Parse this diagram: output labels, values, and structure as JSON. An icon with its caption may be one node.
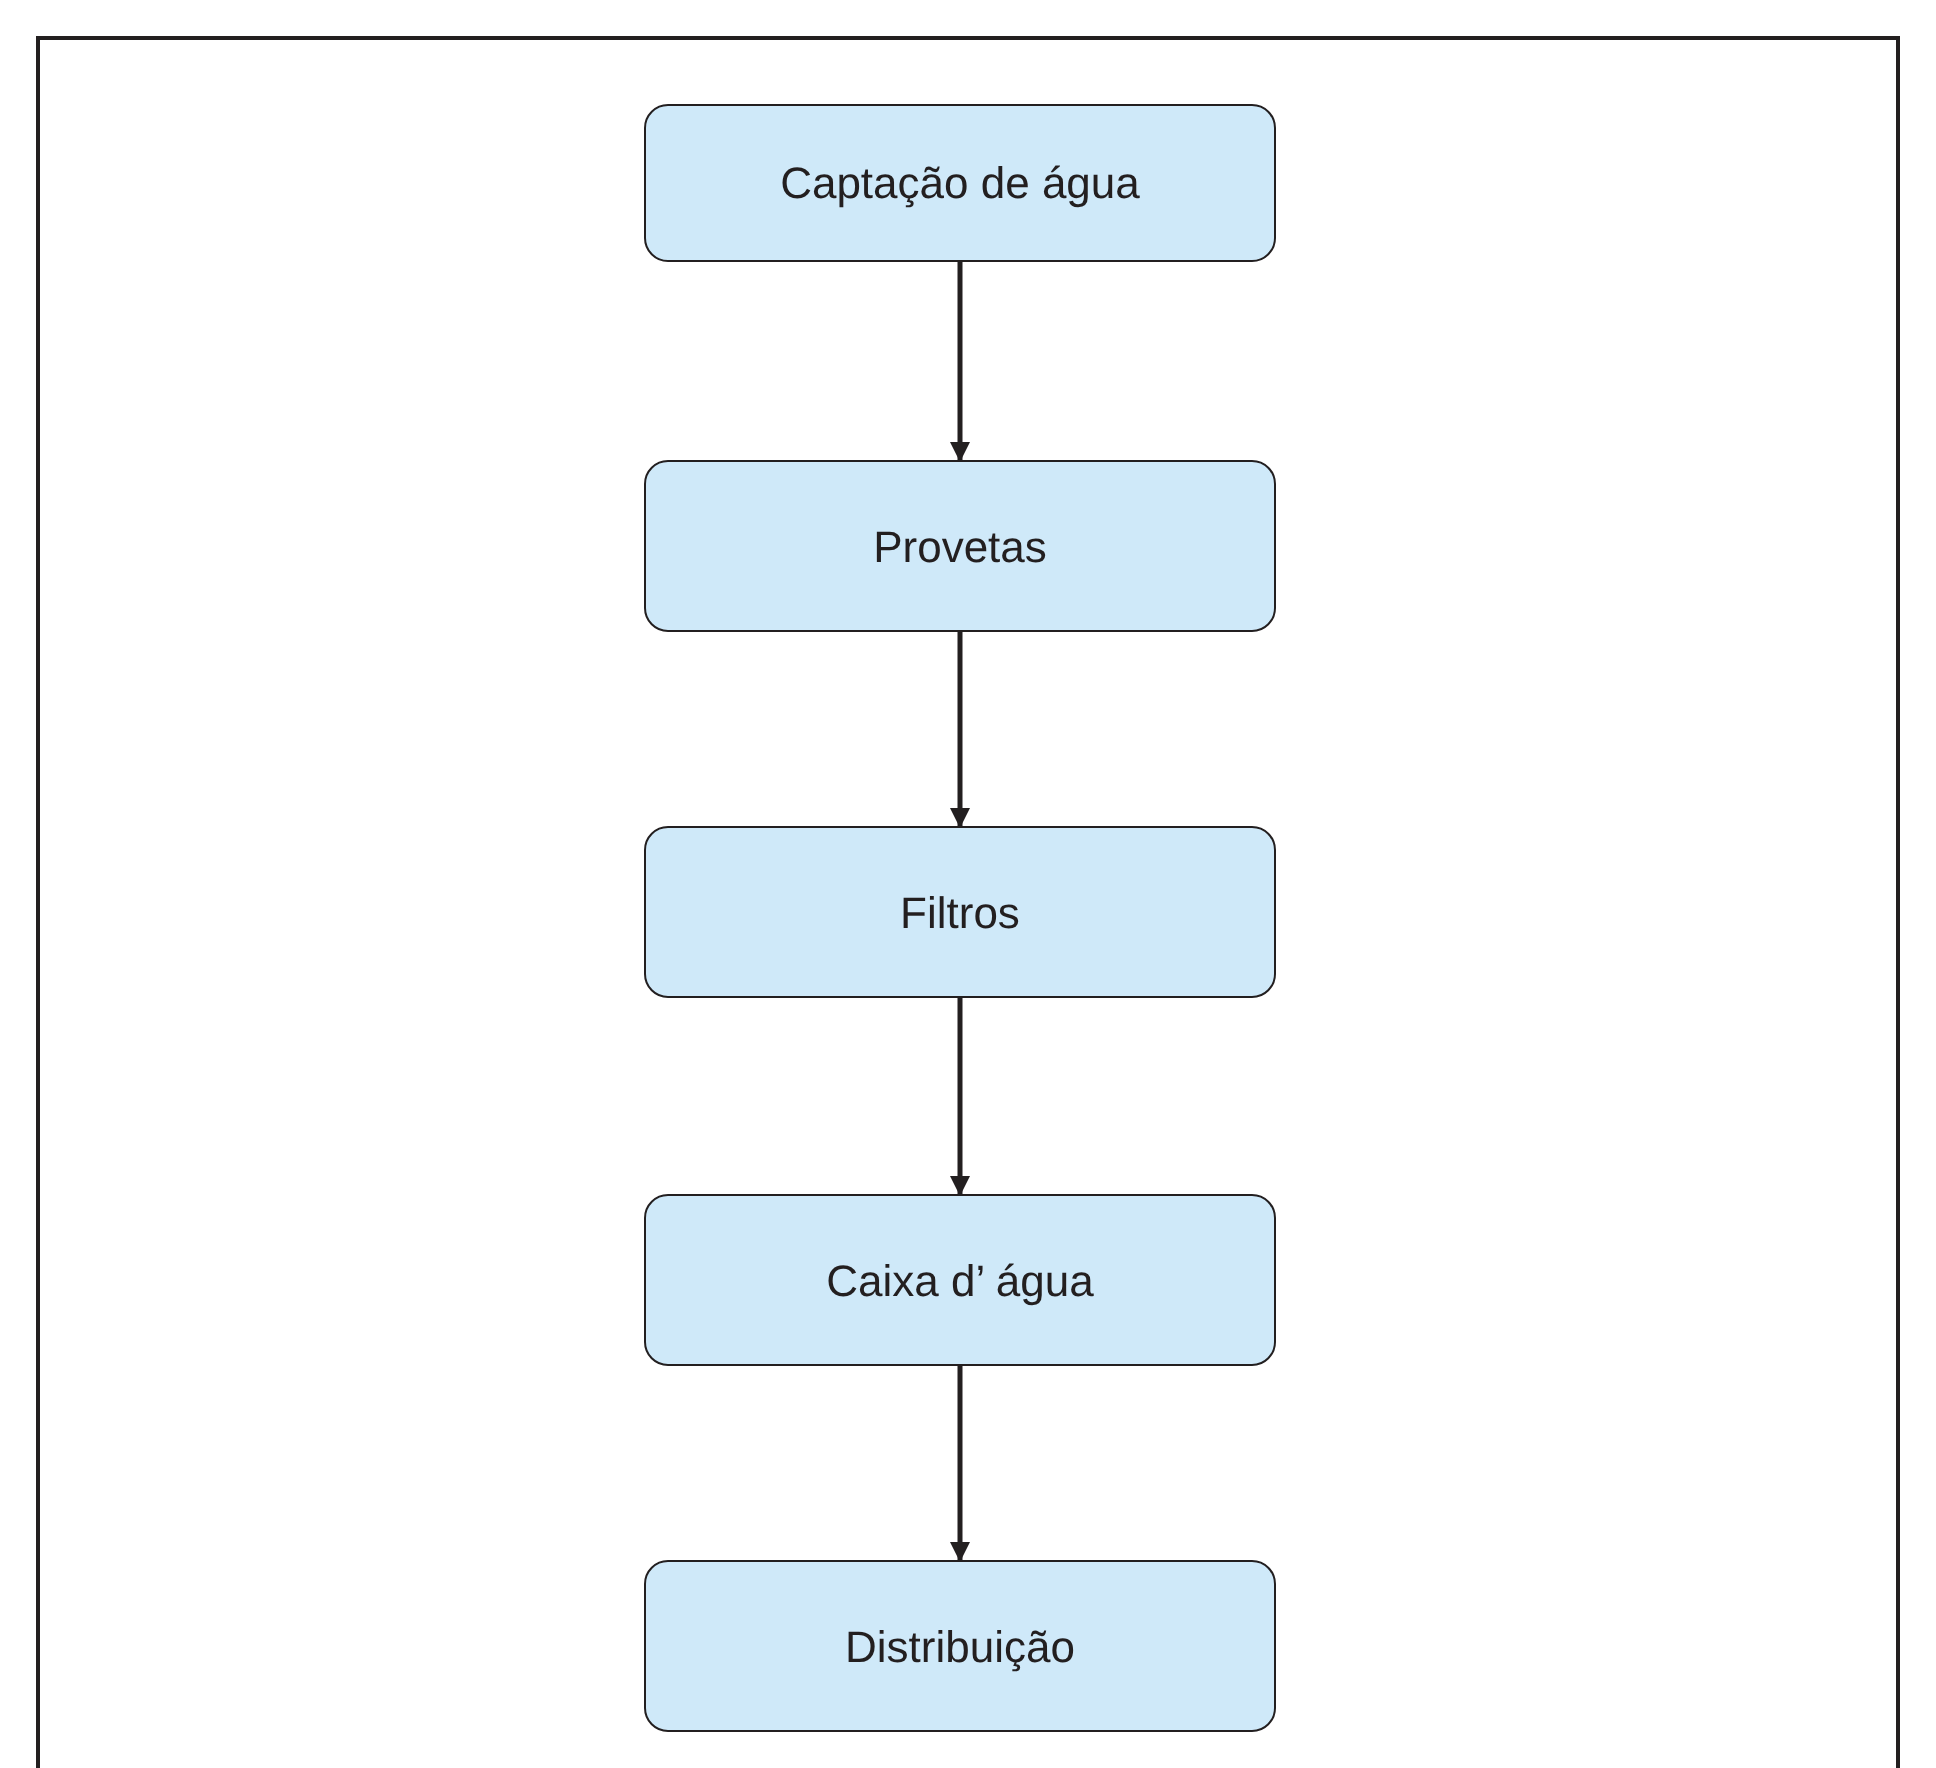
{
  "diagram": {
    "nodes": [
      {
        "text": [
          "Captação de água"
        ]
      },
      {
        "text": [
          "Provetas"
        ]
      },
      {
        "text": [
          "Filtros"
        ]
      },
      {
        "text": [
          "Caixa d’ água"
        ]
      },
      {
        "text": [
          "Distribuição"
        ]
      }
    ],
    "edges": [
      {
        "from": 0,
        "to": 1,
        "arrow": "to"
      },
      {
        "from": 1,
        "to": 2,
        "arrow": "to"
      },
      {
        "from": 2,
        "to": 3,
        "arrow": "to"
      },
      {
        "from": 3,
        "to": 4,
        "arrow": "to"
      }
    ]
  }
}
